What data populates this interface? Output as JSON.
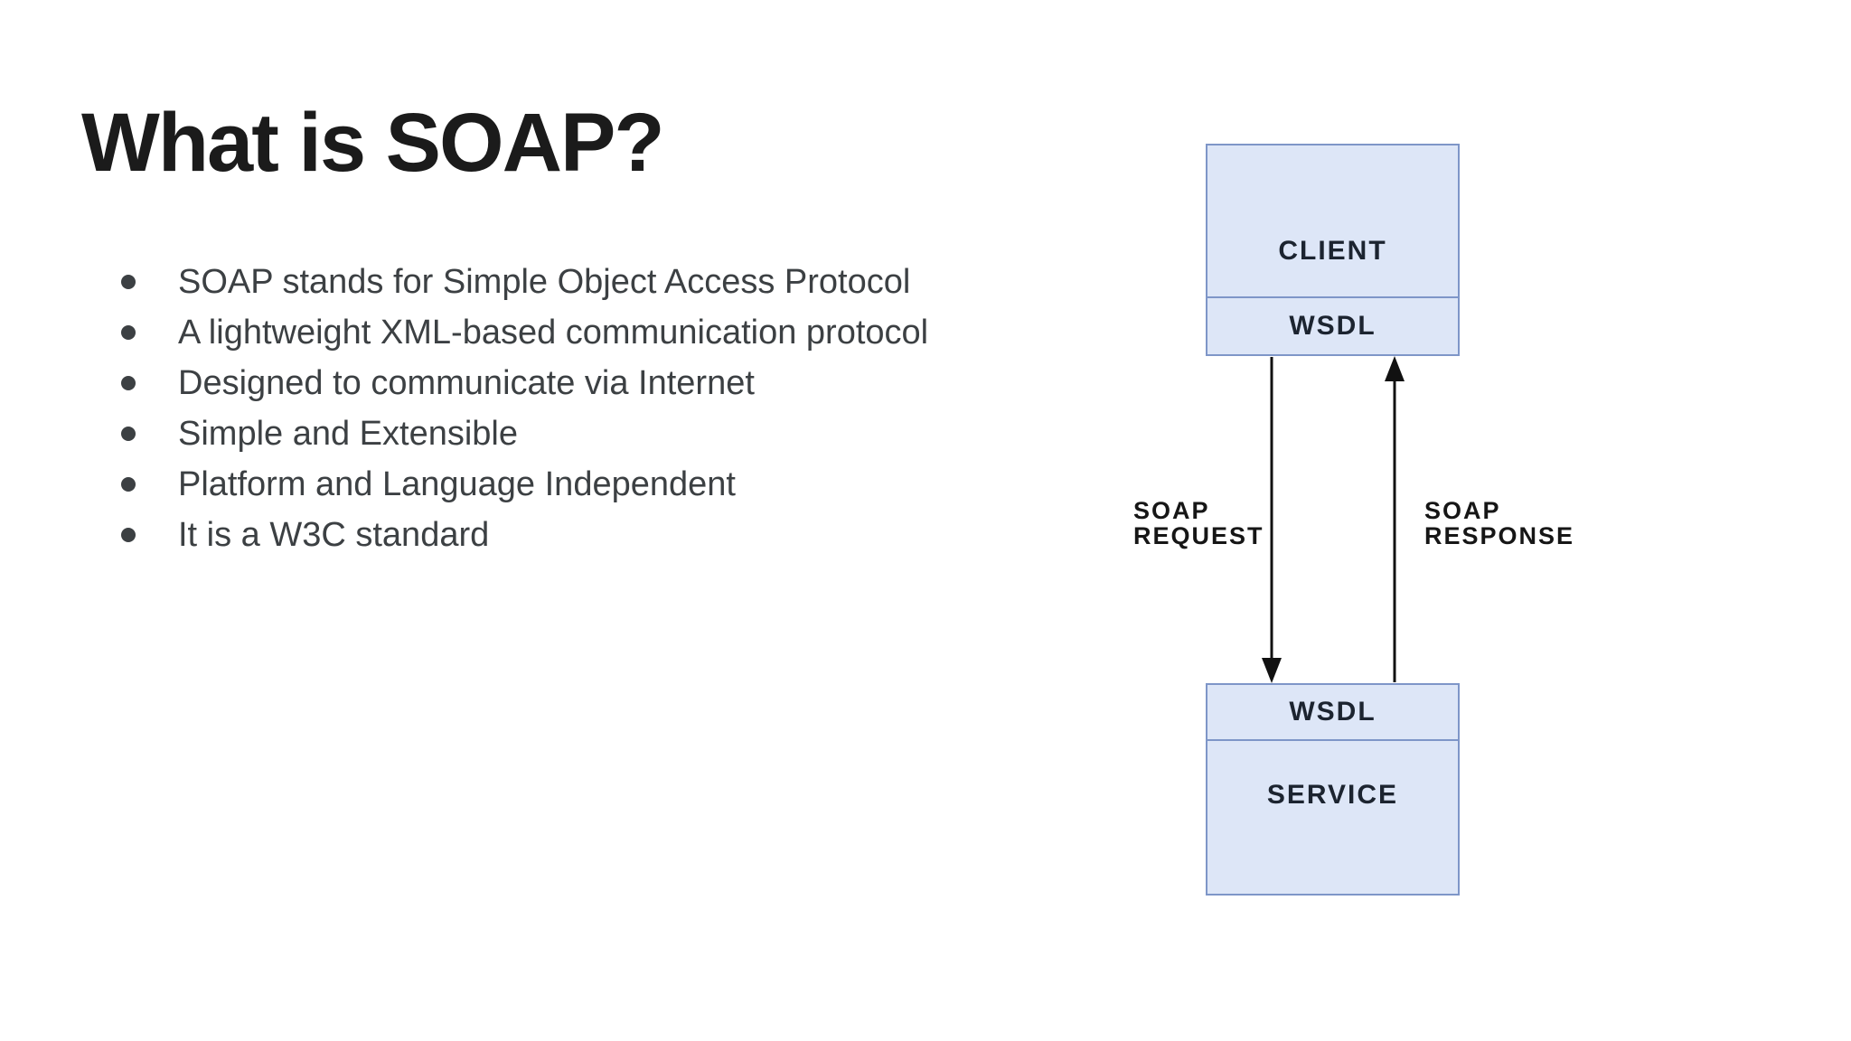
{
  "slide": {
    "title": "What is SOAP?",
    "bullets": [
      "SOAP stands for Simple Object Access Protocol",
      "A lightweight XML-based communication protocol",
      "Designed to communicate via Internet",
      "Simple and Extensible",
      "Platform and Language Independent",
      "It is a W3C standard"
    ]
  },
  "diagram": {
    "client_box": {
      "main_label": "CLIENT",
      "strip_label": "WSDL"
    },
    "service_box": {
      "strip_label": "WSDL",
      "main_label": "SERVICE"
    },
    "request_label": {
      "line1": "SOAP",
      "line2": "REQUEST"
    },
    "response_label": {
      "line1": "SOAP",
      "line2": "RESPONSE"
    },
    "colors": {
      "box_fill": "#dde6f7",
      "box_border": "#7e96c8",
      "arrow": "#111111"
    }
  }
}
